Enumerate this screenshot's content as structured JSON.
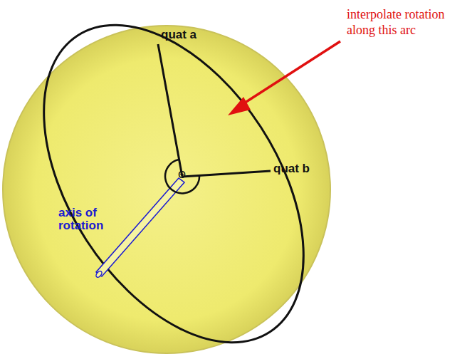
{
  "diagram": {
    "labels": [
      "quat a",
      "quat b",
      "Θ",
      "axis of rotation",
      "interpolate rotation along this arc"
    ]
  }
}
